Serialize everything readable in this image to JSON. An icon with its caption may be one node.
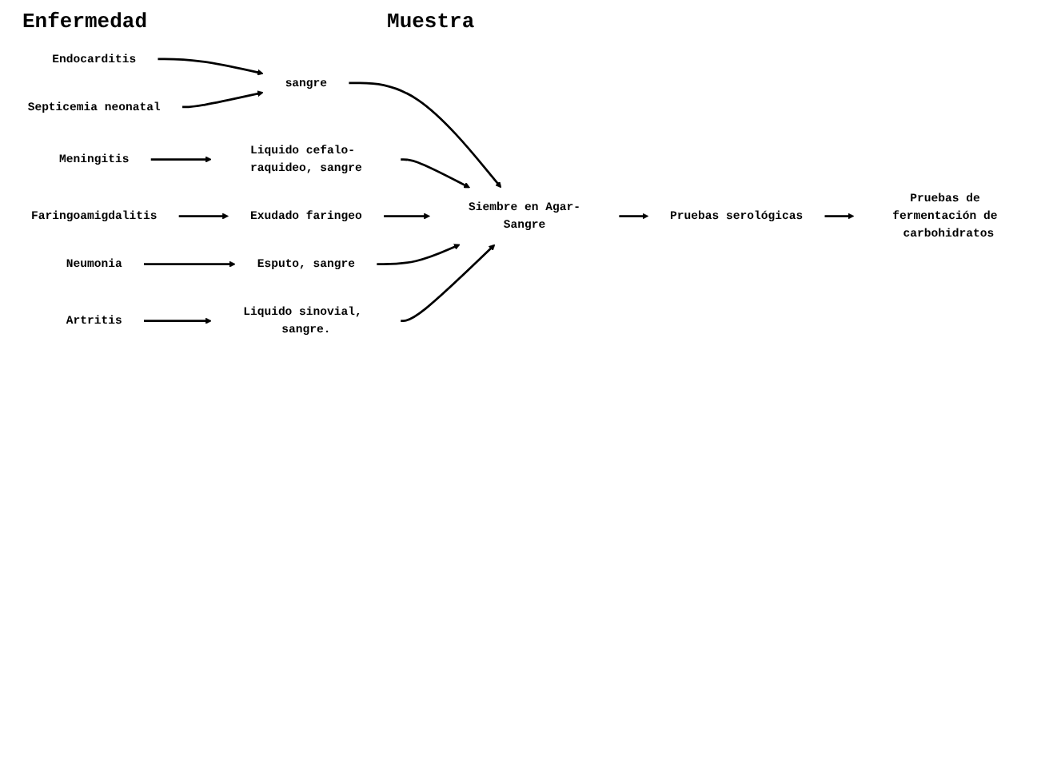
{
  "diagram": {
    "nodes": [
      {
        "text": [
          "Endocarditis"
        ]
      },
      {
        "text": [
          "sangre"
        ]
      },
      {
        "text": [
          "Septicemia neonatal"
        ]
      },
      {
        "text": [
          "Meningitis"
        ]
      },
      {
        "text": [
          "Liquido cefalo- raquideo, sangre"
        ]
      },
      {
        "text": [
          "Siembre en Agar-Sangre"
        ]
      },
      {
        "text": [
          "Faringoamigdalitis"
        ]
      },
      {
        "text": [
          "Exudado faringeo"
        ]
      },
      {
        "text": [
          "Neumonia"
        ]
      },
      {
        "text": [
          "Esputo, sangre"
        ]
      },
      {
        "text": [
          "Artritis"
        ]
      },
      {
        "text": [
          "Liquido sinovial, sangre."
        ]
      },
      {
        "text": [
          "Pruebas serológicas"
        ]
      },
      {
        "text": [
          "Pruebas de fermentación de carbohidratos"
        ]
      }
    ],
    "edges": [
      {
        "from": 0,
        "to": 1,
        "arrow": "to"
      },
      {
        "from": 2,
        "to": 1,
        "arrow": "to"
      },
      {
        "from": 3,
        "to": 4,
        "arrow": "to"
      },
      {
        "from": 1,
        "to": 5,
        "arrow": "to"
      },
      {
        "from": 4,
        "to": 5,
        "arrow": "to"
      },
      {
        "from": 6,
        "to": 7,
        "arrow": "to"
      },
      {
        "from": 8,
        "to": 9,
        "arrow": "to"
      },
      {
        "from": 10,
        "to": 11,
        "arrow": "to"
      },
      {
        "from": 7,
        "to": 5,
        "arrow": "to"
      },
      {
        "from": 9,
        "to": 5,
        "arrow": "to"
      },
      {
        "from": 11,
        "to": 5,
        "arrow": "to"
      },
      {
        "from": 5,
        "to": 12,
        "arrow": "to"
      },
      {
        "from": 12,
        "to": 13,
        "arrow": "to"
      }
    ],
    "labels": [
      "Enfermedad",
      "Muestra"
    ]
  }
}
